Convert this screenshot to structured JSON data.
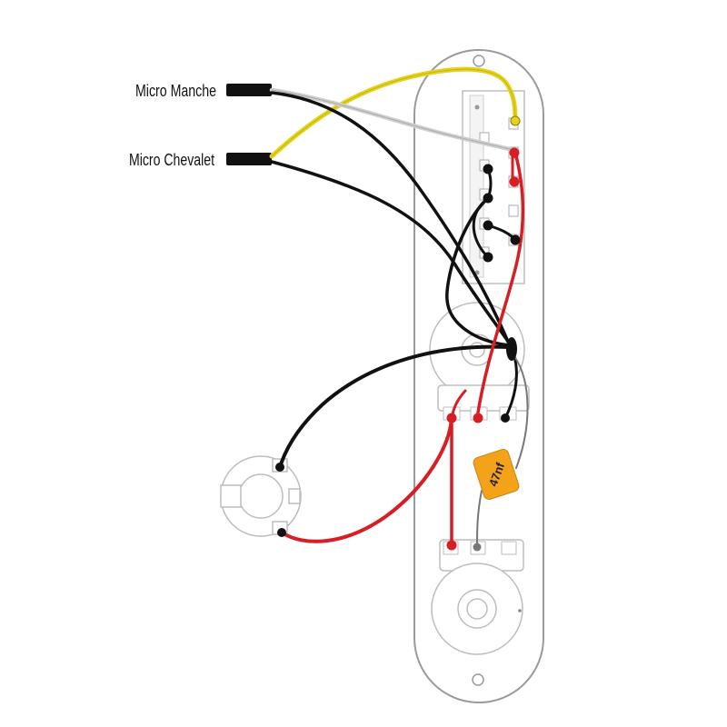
{
  "labels": {
    "neck_pickup": "Micro Manche",
    "bridge_pickup": "Micro Chevalet",
    "capacitor_value": "47nf"
  },
  "colors": {
    "plate_outline": "#9a9a9a",
    "wire_black": "#111111",
    "wire_red": "#d81e25",
    "wire_yellow": "#e4d21b",
    "wire_white": "#cfcfcf",
    "wire_gray": "#777777",
    "capacitor": "#f4a21a",
    "component_stroke": "#bdbdbd"
  }
}
